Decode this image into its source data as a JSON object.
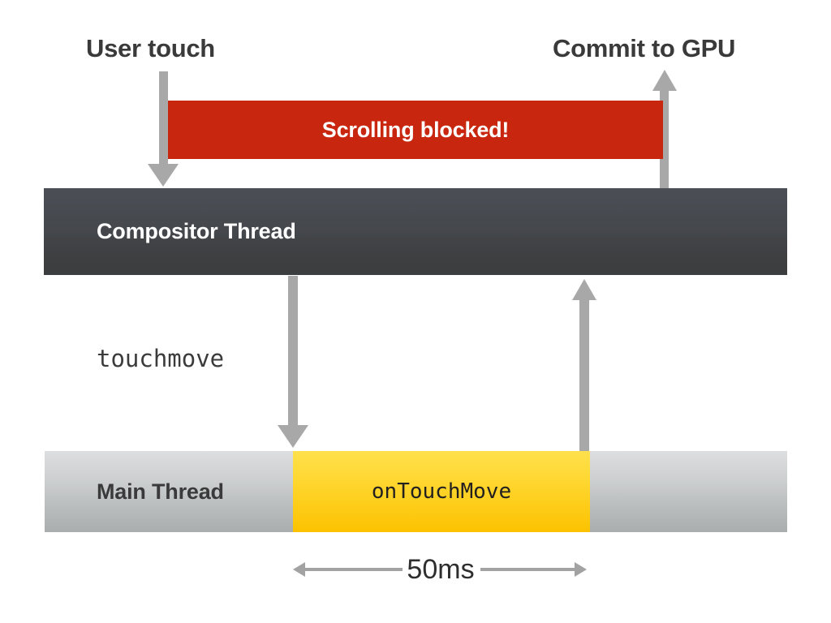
{
  "diagram": {
    "title": "Scroll blocking touchmove handler timeline",
    "background_color": "#ffffff",
    "annotations": {
      "user_touch": "User touch",
      "commit_to_gpu": "Commit to GPU",
      "touchmove": "touchmove",
      "duration": "50ms"
    },
    "bars": {
      "blocked": {
        "label": "Scrolling blocked!",
        "color": "#c9260f",
        "text_color": "#ffffff"
      },
      "compositor": {
        "label": "Compositor Thread",
        "color": "#45484d",
        "text_color": "#ffffff"
      },
      "main": {
        "label": "Main Thread",
        "color": "#c6c9ca",
        "text_color": "#3a3a3a"
      },
      "task": {
        "label": "onTouchMove",
        "color": "#ffd62e",
        "text_color": "#232020"
      }
    },
    "arrows": {
      "user_touch": "arrow-down",
      "commit_to_gpu": "arrow-up",
      "touchmove": "arrow-down",
      "return": "arrow-up",
      "measure_left": "arrow-left",
      "measure_right": "arrow-right"
    }
  }
}
